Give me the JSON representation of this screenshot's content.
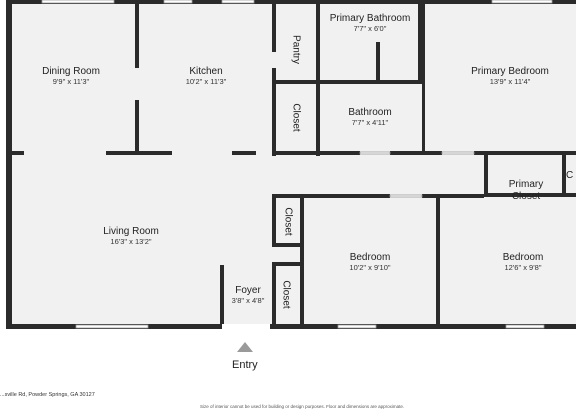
{
  "rooms": {
    "dining": {
      "name": "Dining Room",
      "dims": "9'9\" x 11'3\""
    },
    "kitchen": {
      "name": "Kitchen",
      "dims": "10'2\" x 11'3\""
    },
    "pantry": {
      "name": "Pantry"
    },
    "primary_bath": {
      "name": "Primary Bathroom",
      "dims": "7'7\" x 6'0\""
    },
    "primary_bed": {
      "name": "Primary Bedroom",
      "dims": "13'9\" x 11'4\""
    },
    "closet_hall": {
      "name": "Closet"
    },
    "bathroom": {
      "name": "Bathroom",
      "dims": "7'7\" x 4'11\""
    },
    "primary_closet": {
      "name": "Primary\nCloset"
    },
    "living": {
      "name": "Living Room",
      "dims": "16'3\" x 13'2\""
    },
    "closet_bed": {
      "name": "Closet"
    },
    "bedroom1": {
      "name": "Bedroom",
      "dims": "10'2\" x 9'10\""
    },
    "bedroom2": {
      "name": "Bedroom",
      "dims": "12'6\" x 9'8\""
    },
    "foyer": {
      "name": "Foyer",
      "dims": "3'8\" x 4'8\""
    },
    "closet_foyer": {
      "name": "Closet"
    },
    "partial_right": {
      "name": "C"
    }
  },
  "entry": {
    "label": "Entry"
  },
  "address": "...sville Rd, Powder Springs, GA 30127",
  "disclaimer": "Size of interior cannot be used for building or design purposes. Floor and dimensions are approximate."
}
